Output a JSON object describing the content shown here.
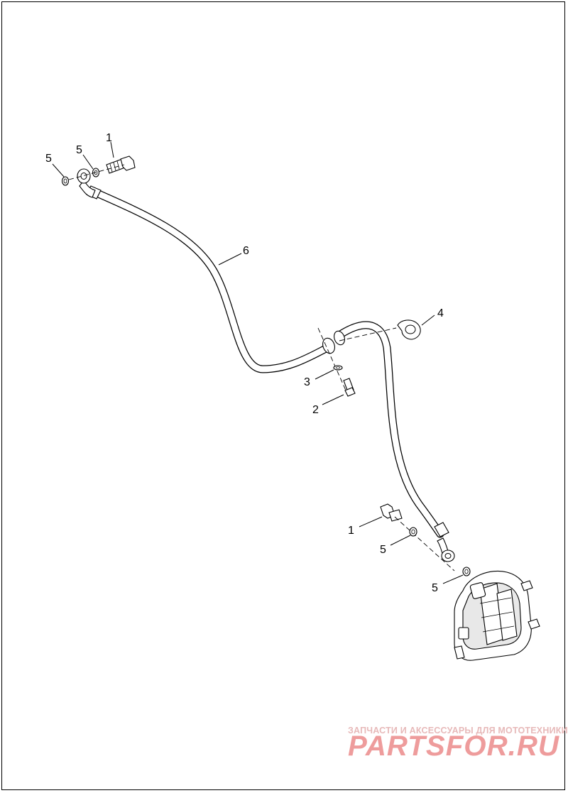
{
  "diagram": {
    "callouts": {
      "c1_top": "1",
      "c5_top_left": "5",
      "c5_top_mid": "5",
      "c6": "6",
      "c4": "4",
      "c3": "3",
      "c2": "2",
      "c1_bottom": "1",
      "c5_bottom_a": "5",
      "c5_bottom_b": "5"
    }
  },
  "watermark": {
    "subtitle": "ЗАПЧАСТИ И АКСЕССУАРЫ ДЛЯ МОТОТЕХНИКИ",
    "brand": "PARTSFOR.RU"
  }
}
